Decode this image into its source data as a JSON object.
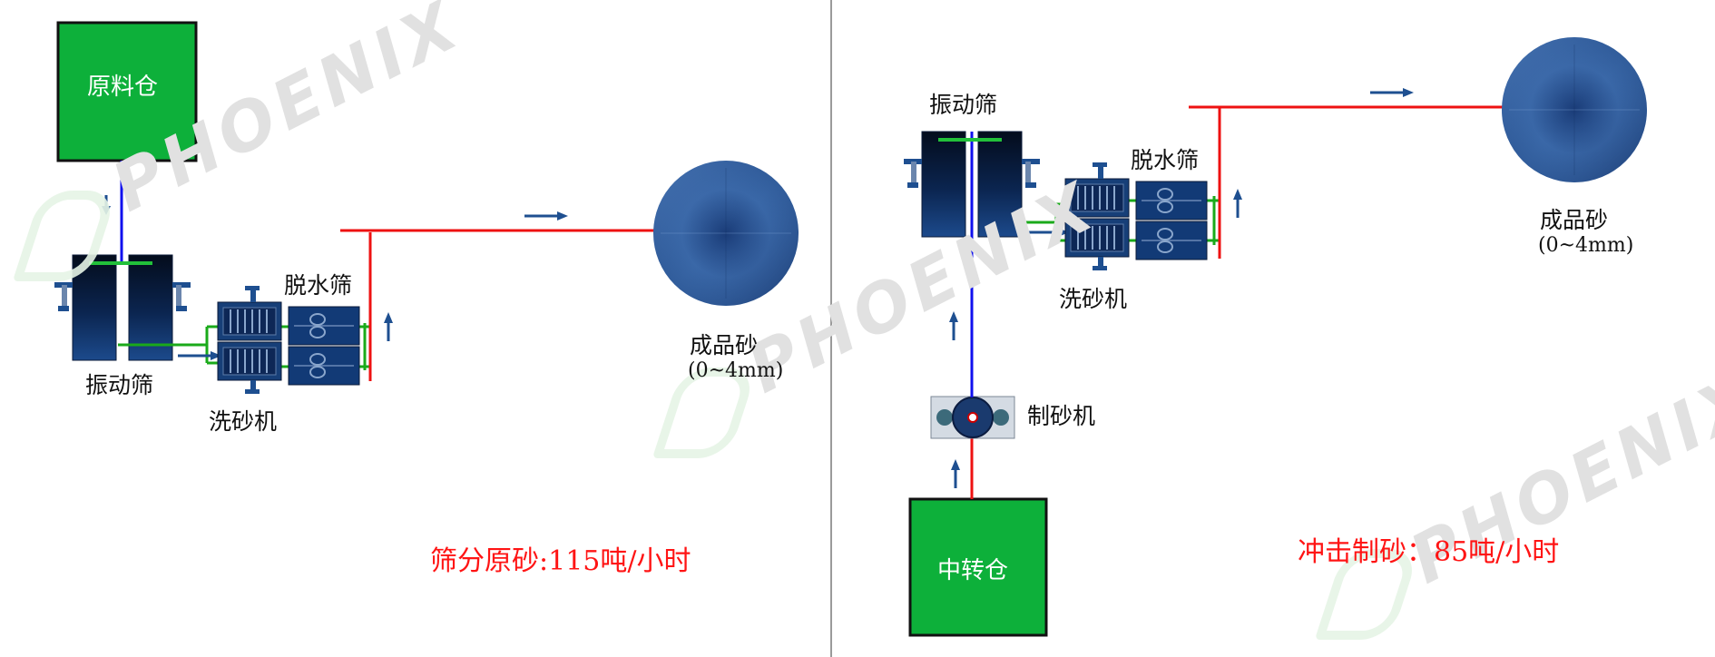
{
  "colors": {
    "bin_green": "#0db03a",
    "flow_blue": "#1010ee",
    "flow_red": "#ee1111",
    "flow_green": "#1aaa1a",
    "equipment_navy": "#0f2f66",
    "arrow_navy": "#1e4f90",
    "label_red": "#ff1414"
  },
  "watermark": {
    "text": "PHOENIX"
  },
  "left_panel": {
    "raw_bin_label": "原料仓",
    "vibrating_screen_label": "振动筛",
    "sand_washer_label": "洗砂机",
    "dewatering_screen_label": "脱水筛",
    "product_label": "成品砂",
    "product_size": "(0~4mm)",
    "capacity_text": "筛分原砂:115吨/小时"
  },
  "right_panel": {
    "vibrating_screen_label": "振动筛",
    "dewatering_screen_label": "脱水筛",
    "sand_washer_label": "洗砂机",
    "product_label": "成品砂",
    "product_size": "(0~4mm)",
    "sand_maker_label": "制砂机",
    "transfer_bin_label": "中转仓",
    "capacity_text": "冲击制砂：85吨/小时"
  }
}
